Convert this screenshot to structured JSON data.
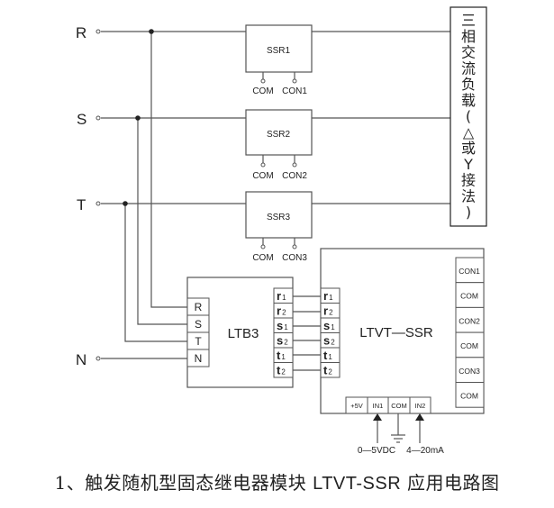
{
  "diagram": {
    "phases": [
      {
        "label": "R"
      },
      {
        "label": "S"
      },
      {
        "label": "T"
      },
      {
        "label": "N"
      }
    ],
    "ssr_modules": [
      {
        "name": "SSR1",
        "pins": [
          "COM",
          "CON1"
        ]
      },
      {
        "name": "SSR2",
        "pins": [
          "COM",
          "CON2"
        ]
      },
      {
        "name": "SSR3",
        "pins": [
          "COM",
          "CON3"
        ]
      }
    ],
    "load": {
      "label": "三相交流负载(△或Y接法)",
      "chars": [
        "三",
        "相",
        "交",
        "流",
        "负",
        "载",
        "(",
        "△",
        "或",
        "Y",
        "接",
        "法",
        ")"
      ]
    },
    "ltb3": {
      "title": "LTB3",
      "inputs": [
        "R",
        "S",
        "T",
        "N"
      ],
      "outputs": [
        {
          "main": "r",
          "sub": "1"
        },
        {
          "main": "r",
          "sub": "2"
        },
        {
          "main": "s",
          "sub": "1"
        },
        {
          "main": "s",
          "sub": "2"
        },
        {
          "main": "t",
          "sub": "1"
        },
        {
          "main": "t",
          "sub": "2"
        }
      ]
    },
    "ltvt": {
      "title": "LTVT—SSR",
      "inputs": [
        {
          "main": "r",
          "sub": "1"
        },
        {
          "main": "r",
          "sub": "2"
        },
        {
          "main": "s",
          "sub": "1"
        },
        {
          "main": "s",
          "sub": "2"
        },
        {
          "main": "t",
          "sub": "1"
        },
        {
          "main": "t",
          "sub": "2"
        }
      ],
      "right_terminals": [
        "CON1",
        "COM",
        "CON2",
        "COM",
        "CON3",
        "COM"
      ],
      "bottom_terminals": [
        "+5V",
        "IN1",
        "COM",
        "IN2"
      ],
      "signal_labels": [
        "0—5VDC",
        "4—20mA"
      ]
    }
  },
  "caption": {
    "number": "1、",
    "prefix": "触发随机型固态继电器模块 ",
    "model": "LTVT-SSR",
    "suffix": " 应用电路图"
  }
}
